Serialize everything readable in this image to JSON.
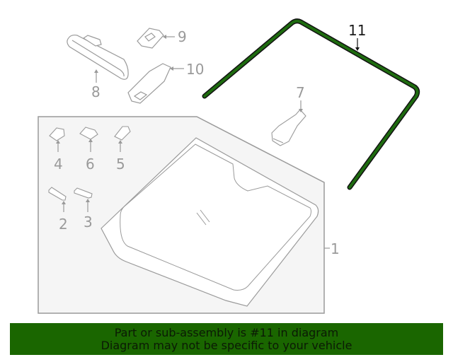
{
  "diagram": {
    "title": "Windshield assembly parts diagram",
    "highlighted_part": "11",
    "colors": {
      "highlight": "#1e6b0f",
      "line": "#9a9a9a",
      "panel": "#f5f5f5",
      "banner": "#1a6600"
    },
    "callouts": [
      {
        "id": "1",
        "label": "1"
      },
      {
        "id": "2",
        "label": "2"
      },
      {
        "id": "3",
        "label": "3"
      },
      {
        "id": "4",
        "label": "4"
      },
      {
        "id": "5",
        "label": "5"
      },
      {
        "id": "6",
        "label": "6"
      },
      {
        "id": "7",
        "label": "7"
      },
      {
        "id": "8",
        "label": "8"
      },
      {
        "id": "9",
        "label": "9"
      },
      {
        "id": "10",
        "label": "10"
      },
      {
        "id": "11",
        "label": "11"
      }
    ]
  },
  "banner": {
    "line1": "Part or sub-assembly is #11 in diagram",
    "line2": "Diagram may not be specific to your vehicle"
  }
}
